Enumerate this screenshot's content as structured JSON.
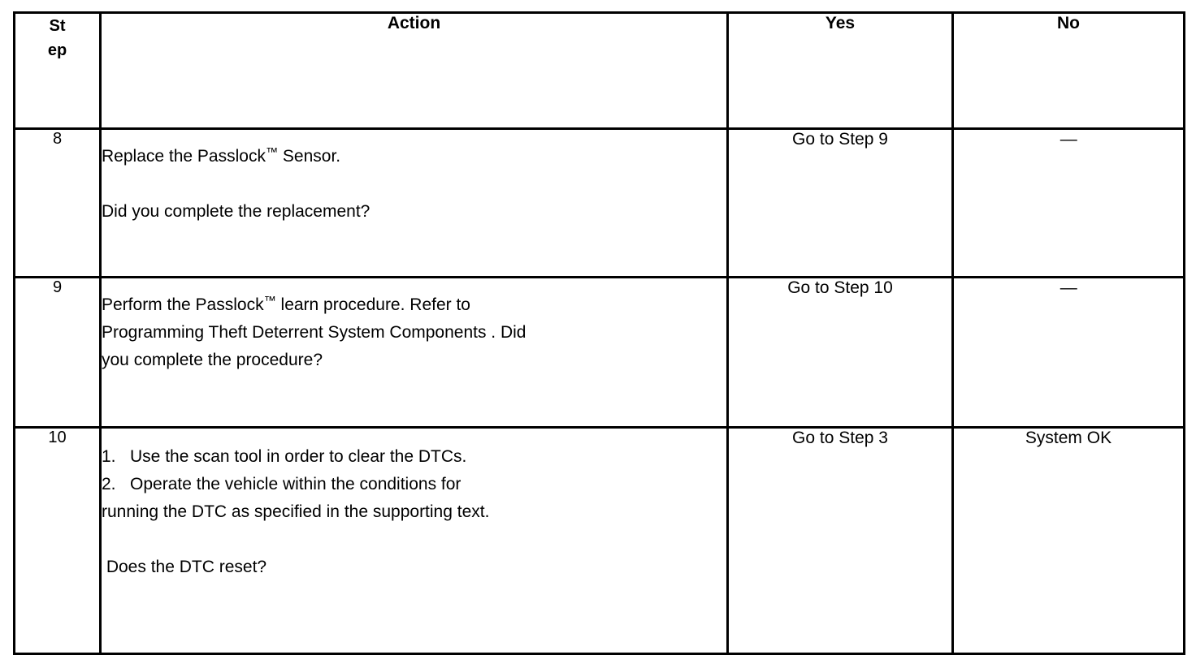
{
  "table": {
    "headers": {
      "step_line1": "St",
      "step_line2": "ep",
      "action": "Action",
      "yes": "Yes",
      "no": "No"
    },
    "rows": [
      {
        "step": "8",
        "action_lines": [
          "Replace the Passlock",
          " Sensor.",
          "Did you complete the replacement?"
        ],
        "action_l1_pre": "Replace the Passlock",
        "action_l1_tm": "™",
        "action_l1_post": " Sensor.",
        "action_l2": "Did you complete the replacement?",
        "yes": "Go to Step 9",
        "no": "—"
      },
      {
        "step": "9",
        "action_l1_pre": "Perform the Passlock",
        "action_l1_tm": "™",
        "action_l1_post": " learn procedure. Refer to",
        "action_l2": "Programming Theft Deterrent System Components . Did",
        "action_l3": "you complete the procedure?",
        "yes": "Go to Step 10",
        "no": "—"
      },
      {
        "step": "10",
        "list_item_1": "1.   Use the scan tool in order to clear the DTCs.",
        "list_item_2": "2.   Operate the vehicle within the conditions for",
        "list_item_2_cont": "running the DTC as specified in the supporting text.",
        "question": " Does the DTC reset?",
        "yes": "Go to Step 3",
        "no": "System OK"
      }
    ]
  },
  "colors": {
    "border": "#000000",
    "text": "#000000",
    "background": "#ffffff"
  }
}
